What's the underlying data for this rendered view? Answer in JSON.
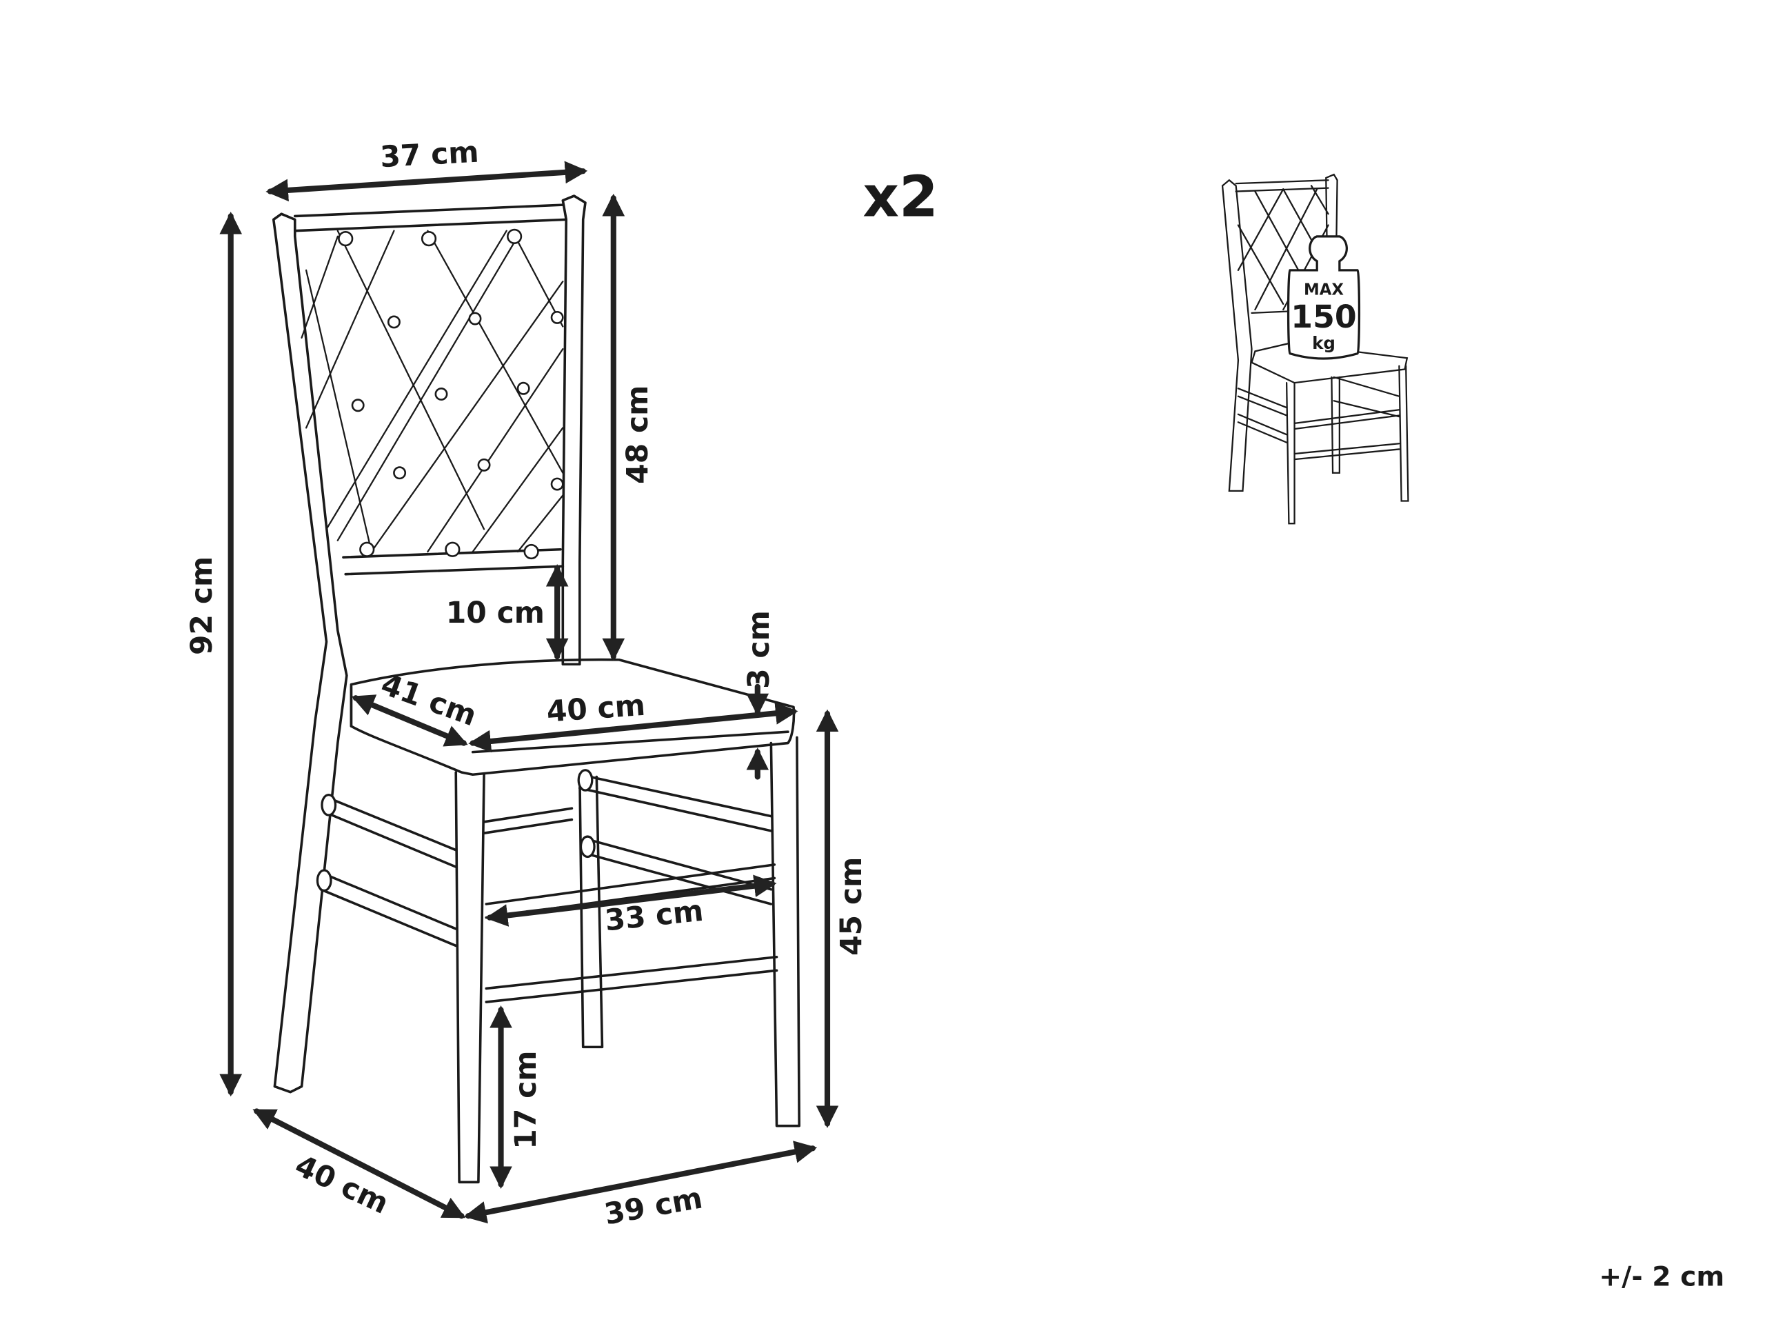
{
  "quantity": "x2",
  "tolerance": "+/- 2 cm",
  "dimensions": {
    "back_width": "37 cm",
    "total_height": "92 cm",
    "backrest_height": "48 cm",
    "backrest_gap": "10 cm",
    "seat_thickness": "3 cm",
    "seat_depth": "41 cm",
    "seat_width": "40 cm",
    "seat_height": "45 cm",
    "inner_leg_width": "33 cm",
    "stretcher_height": "17 cm",
    "base_depth": "40 cm",
    "base_width": "39 cm"
  },
  "load_badge": {
    "label_top": "MAX",
    "value": "150",
    "unit": "kg"
  },
  "colors": {
    "line": "#1a1a1a",
    "background": "#ffffff"
  }
}
